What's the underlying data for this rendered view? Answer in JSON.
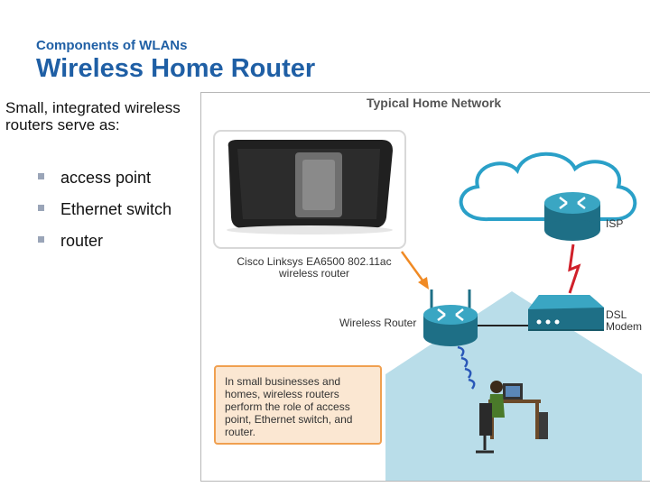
{
  "slide": {
    "subtitle": "Components of WLANs",
    "title": "Wireless Home Router",
    "intro": "Small, integrated wireless routers serve as:",
    "bullets": [
      "access point",
      "Ethernet switch",
      "router"
    ]
  },
  "diagram": {
    "title": "Typical Home Network",
    "caption_line1": "Cisco Linksys EA6500 802.11ac",
    "caption_line2": "wireless router",
    "isp_label": "ISP",
    "dsl_line1": "DSL",
    "dsl_line2": "Modem",
    "router_label": "Wireless Router",
    "note": "In small businesses and homes, wireless routers perform the role of access point, Ethernet switch, and router."
  },
  "colors": {
    "heading": "#1f5fa5",
    "router": "#1e6f86",
    "house": "#b9dde9",
    "cloud": "#2aa0c8",
    "note_border": "#f0a050",
    "note_fill": "#fbe7d2",
    "arrow": "#f08a24",
    "link": "#d0202a"
  }
}
